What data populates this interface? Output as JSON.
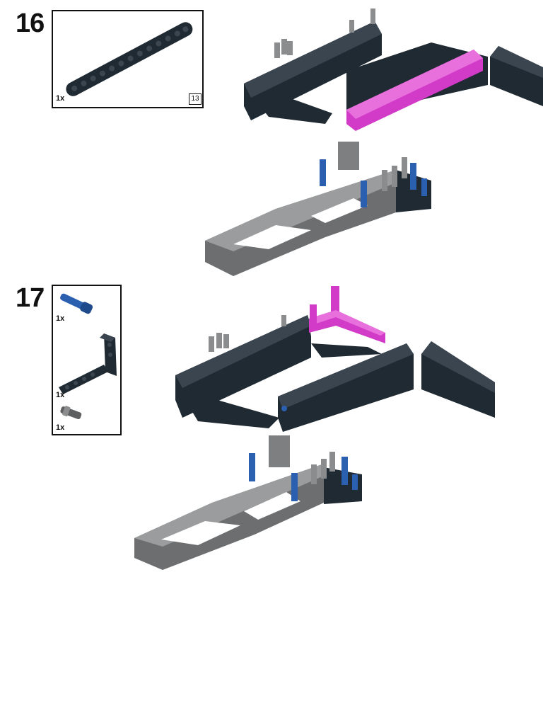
{
  "steps": [
    {
      "number": "16",
      "parts": [
        {
          "name": "beam-13",
          "qty": "1x",
          "length_label": "13"
        }
      ]
    },
    {
      "number": "17",
      "parts": [
        {
          "name": "blue-axle-pin",
          "qty": "1x"
        },
        {
          "name": "l-beam",
          "qty": "1x"
        },
        {
          "name": "grey-pin",
          "qty": "1x"
        }
      ]
    }
  ],
  "colors": {
    "dark_beam": "#1f2a33",
    "grey_frame": "#7d7f80",
    "new_part": "#d23ac8",
    "blue_pin": "#2b5fb0"
  }
}
